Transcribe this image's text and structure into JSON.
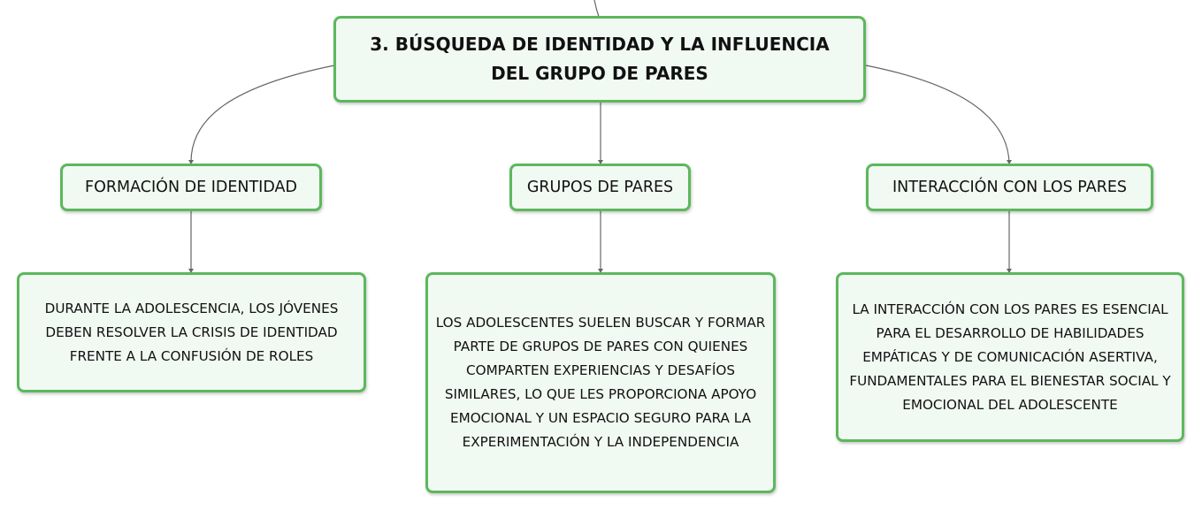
{
  "root": {
    "title": "3. BÚSQUEDA DE IDENTIDAD Y LA INFLUENCIA DEL GRUPO DE PARES"
  },
  "topics": [
    {
      "label": "FORMACIÓN DE IDENTIDAD",
      "detail": "DURANTE LA ADOLESCENCIA, LOS JÓVENES DEBEN RESOLVER LA CRISIS DE IDENTIDAD FRENTE A LA CONFUSIÓN DE ROLES"
    },
    {
      "label": "GRUPOS DE PARES",
      "detail": "LOS ADOLESCENTES SUELEN BUSCAR Y FORMAR PARTE DE GRUPOS DE PARES CON QUIENES COMPARTEN EXPERIENCIAS Y DESAFÍOS SIMILARES, LO QUE LES PROPORCIONA APOYO EMOCIONAL Y UN ESPACIO SEGURO PARA LA EXPERIMENTACIÓN Y LA INDEPENDENCIA"
    },
    {
      "label": "INTERACCIÓN CON LOS PARES",
      "detail": "LA INTERACCIÓN CON LOS PARES ES ESENCIAL PARA EL DESARROLLO DE HABILIDADES EMPÁTICAS Y DE COMUNICACIÓN ASERTIVA, FUNDAMENTALES PARA EL BIENESTAR SOCIAL Y EMOCIONAL DEL ADOLESCENTE"
    }
  ],
  "colors": {
    "node_border": "#5cb85c",
    "node_fill": "#f1f9f3",
    "connector": "#666666"
  }
}
